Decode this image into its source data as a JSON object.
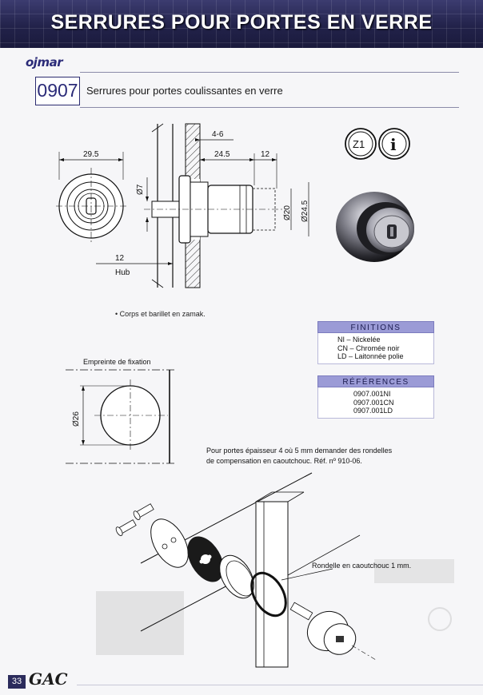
{
  "header": {
    "title": "SERRURES POUR PORTES EN VERRE"
  },
  "brand": {
    "logo_text": "ojmar"
  },
  "product": {
    "code": "0907",
    "title": "Serrures pour portes coulissantes en verre"
  },
  "dimensions": {
    "d1": "29.5",
    "d2": "4-6",
    "d3": "24.5",
    "d4": "12",
    "d5": "Ø7",
    "d6": "Ø20",
    "d7": "Ø24.5",
    "d8": "12",
    "hub": "Hub",
    "d9": "Ø26"
  },
  "badges": {
    "z1": "Z1",
    "info": "i"
  },
  "features": [
    "• Corps et barillet en zamak."
  ],
  "finitions": {
    "heading": "FINITIONS",
    "items": [
      "NI  – Nickelée",
      "CN – Chromée noir",
      "LD  – Laitonnée polie"
    ]
  },
  "references": {
    "heading": "RÉFÉRENCES",
    "items": [
      "0907.001NI",
      "0907.001CN",
      "0907.001LD"
    ]
  },
  "empreinte": {
    "label": "Empreinte de fixation"
  },
  "note": {
    "line1": "Pour portes épaisseur 4 où 5 mm demander des rondelles",
    "line2": "de compensation en caoutchouc. Réf. nº 910-06."
  },
  "rondelle_label": "Rondelle en caoutchouc 1 mm.",
  "footer": {
    "page_number": "33",
    "logo": "GAC"
  }
}
